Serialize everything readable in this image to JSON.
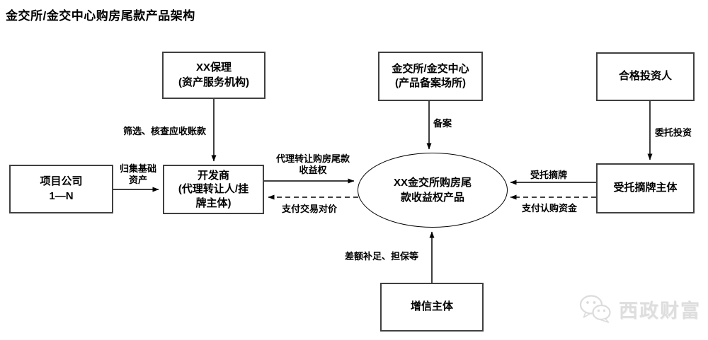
{
  "title": "金交所/金交中心购房尾款产品架构",
  "nodes": {
    "factoring": "XX保理\n(资产服务机构)",
    "exchange": "金交所/金交中心\n(产品备案场所)",
    "qualified_investor": "合格投资人",
    "project_company": "项目公司\n1—N",
    "developer": "开发商\n(代理转让人/挂\n牌主体)",
    "delisting_entity": "受托摘牌主体",
    "credit_entity": "增信主体",
    "product": "XX金交所购房尾\n款收益权产品"
  },
  "edge_labels": {
    "screen_check": "筛选、核查应收账款",
    "filing": "备案",
    "entrusted_investment": "委托投资",
    "pool_assets": "归集基础\n资产",
    "agency_transfer": "代理转让购房尾款\n收益权",
    "pay_consideration": "支付交易对价",
    "entrusted_delisting": "受托摘牌",
    "pay_subscription": "支付认购资金",
    "credit_support": "差额补足、担保等"
  },
  "watermark": {
    "text": "西政财富",
    "icon": "wechat-icon"
  },
  "colors": {
    "line": "#000000",
    "box_border": "#404040",
    "watermark_gray": "#dedede"
  }
}
